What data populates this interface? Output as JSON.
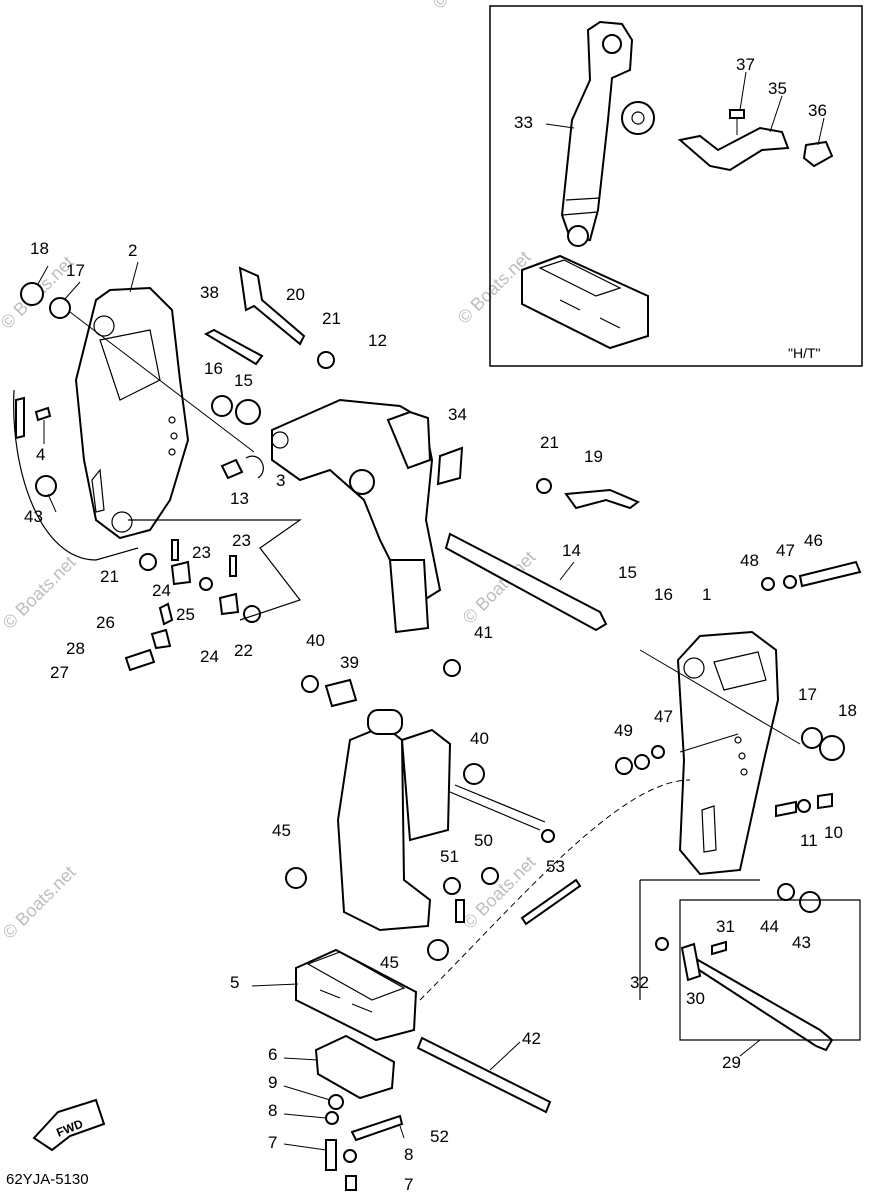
{
  "watermarks": [
    "© Boats.net",
    "© Boats.net",
    "© Boats.net",
    "© Boats.net",
    "© Boats.net",
    "© Boats.net",
    "© Boats.net"
  ],
  "inset_label": "\"H/T\"",
  "diagram_code": "62YJA-5130",
  "fwd_label": "FWD",
  "callouts": [
    "33",
    "37",
    "35",
    "36",
    "18",
    "2",
    "17",
    "38",
    "20",
    "21",
    "12",
    "16",
    "15",
    "34",
    "4",
    "43",
    "13",
    "3",
    "21",
    "19",
    "23",
    "23",
    "21",
    "24",
    "14",
    "15",
    "16",
    "1",
    "48",
    "47",
    "46",
    "26",
    "25",
    "24",
    "22",
    "28",
    "27",
    "40",
    "41",
    "39",
    "40",
    "47",
    "49",
    "17",
    "18",
    "11",
    "10",
    "45",
    "51",
    "50",
    "53",
    "44",
    "43",
    "31",
    "32",
    "30",
    "29",
    "5",
    "45",
    "42",
    "6",
    "9",
    "8",
    "7",
    "52",
    "8",
    "7"
  ]
}
